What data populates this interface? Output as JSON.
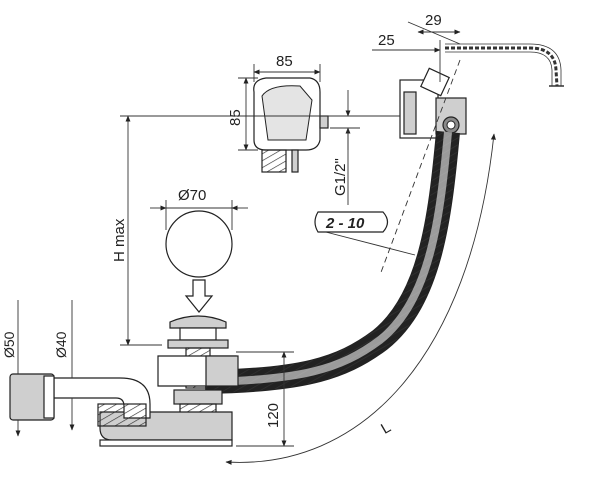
{
  "dimensions": {
    "width_29": "29",
    "width_25": "25",
    "overflow_width": "85",
    "overflow_height": "85",
    "thread": "G1/2\"",
    "range": "2 - 10",
    "drain_diameter": "Ø70",
    "h_max": "H max",
    "outlet_50": "Ø50",
    "outlet_40": "Ø40",
    "height_120": "120",
    "length": "L"
  }
}
